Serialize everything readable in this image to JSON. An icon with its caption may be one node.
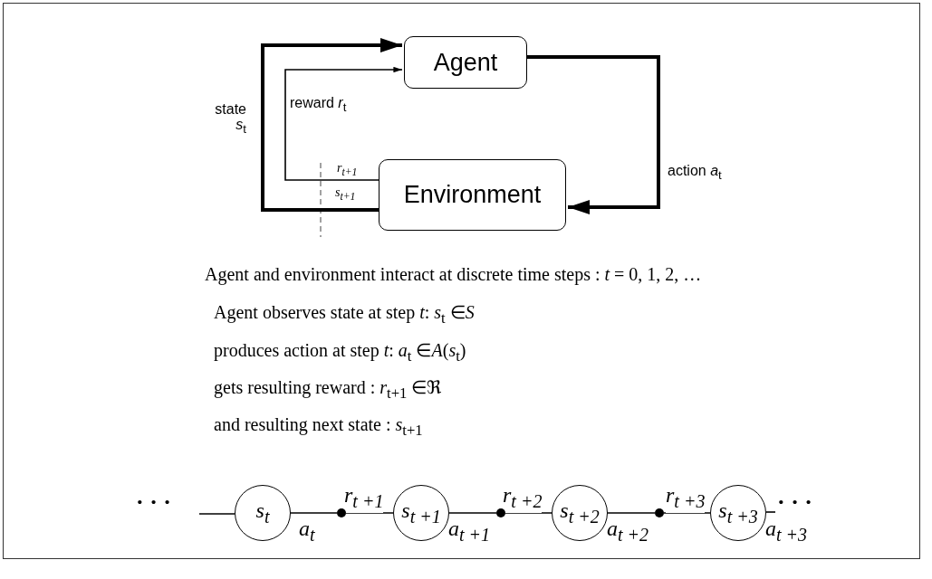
{
  "diagram": {
    "nodes": [
      {
        "text": [
          "Agent"
        ]
      },
      {
        "text": [
          "Environment"
        ]
      },
      {
        "text": [
          "s$_{t}$"
        ]
      },
      {
        "text": [],
        "shape": "circle"
      },
      {
        "text": [
          "s$_{t +1}$"
        ]
      },
      {
        "text": [],
        "shape": "circle"
      },
      {
        "text": [
          "s$_{t +2}$"
        ]
      },
      {
        "text": [],
        "shape": "circle"
      },
      {
        "text": [
          "s$_{t +3}$"
        ]
      }
    ],
    "edges": [
      {
        "from": 0,
        "to": 1,
        "arrow": "to",
        "label": "action *a*$_{t}$",
        "style": "thick"
      },
      {
        "from": 1,
        "to": 0,
        "arrow": "to",
        "label": "state *s*$_{t}$",
        "style": "thick"
      },
      {
        "from": 1,
        "to": 0,
        "arrow": "to",
        "label": "reward *r*$_{t}$"
      },
      {
        "from": null,
        "to": 2,
        "arrow": "none"
      },
      {
        "from": 2,
        "to": 3,
        "arrow": "none",
        "label": "a$_{t}$"
      },
      {
        "from": 3,
        "to": 4,
        "arrow": "none",
        "label": "r$_{t +1}$"
      },
      {
        "from": 4,
        "to": 5,
        "arrow": "none",
        "label": "a$_{t +1}$"
      },
      {
        "from": 5,
        "to": 6,
        "arrow": "none",
        "label": "r$_{t +2}$"
      },
      {
        "from": 6,
        "to": 7,
        "arrow": "none",
        "label": "a$_{t +2}$"
      },
      {
        "from": 7,
        "to": 8,
        "arrow": "none",
        "label": "r$_{t +3}$"
      },
      {
        "from": 8,
        "to": null,
        "arrow": "none",
        "label": "a$_{t +3}$"
      }
    ],
    "labels": [
      "r$_{t+1}$",
      "s$_{t+1}$",
      "Agent and environment interact at discrete time steps : *t* = 0, 1, 2, …",
      "Agent observes state at step *t*: *s*$_{t}$ ∈*S*",
      "produces action at step *t*: *a*$_{t}$ ∈*A*(*s*$_{t}$)",
      "gets resulting reward : *r*$_{t+1}$ ∈ℜ",
      "and resulting next state : *s*$_{t+1}$",
      "· · ·",
      "· · ·"
    ]
  }
}
